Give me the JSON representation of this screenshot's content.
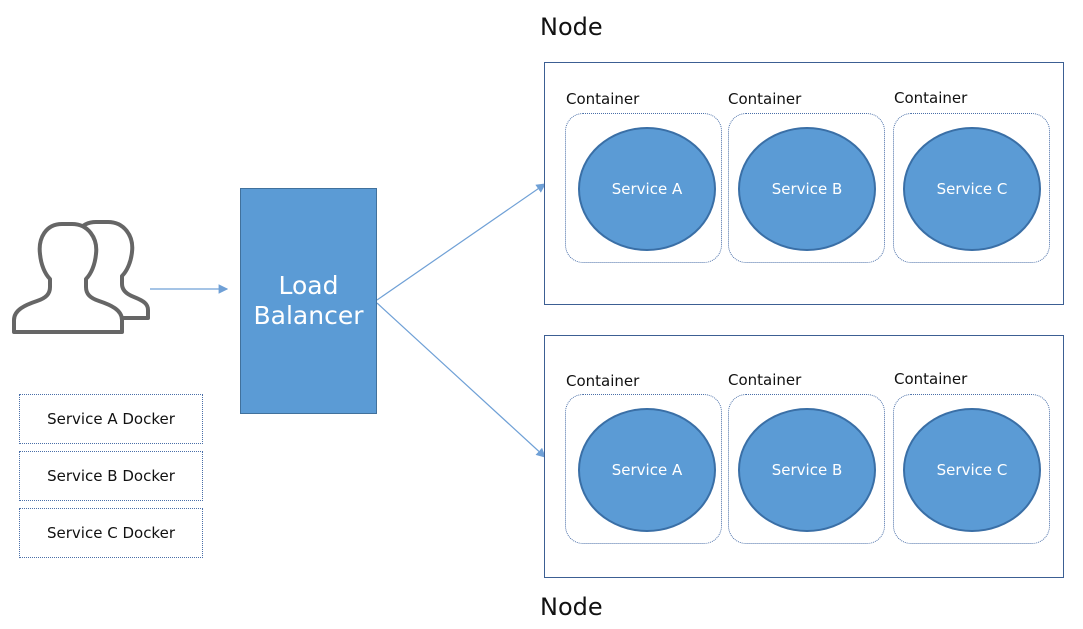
{
  "nodes": [
    {
      "label": "Node",
      "containers": [
        {
          "label": "Container",
          "service": "Service A"
        },
        {
          "label": "Container",
          "service": "Service B"
        },
        {
          "label": "Container",
          "service": "Service C"
        }
      ]
    },
    {
      "label": "Node",
      "containers": [
        {
          "label": "Container",
          "service": "Service A"
        },
        {
          "label": "Container",
          "service": "Service B"
        },
        {
          "label": "Container",
          "service": "Service C"
        }
      ]
    }
  ],
  "load_balancer": {
    "line1": "Load",
    "line2": "Balancer"
  },
  "docker_images": [
    "Service A Docker",
    "Service B Docker",
    "Service C Docker"
  ],
  "colors": {
    "accent": "#5b9bd5",
    "border": "#3c5f93",
    "arrow": "#6fa0d6",
    "icon": "#666666"
  },
  "icons": {
    "users": "users-icon"
  }
}
